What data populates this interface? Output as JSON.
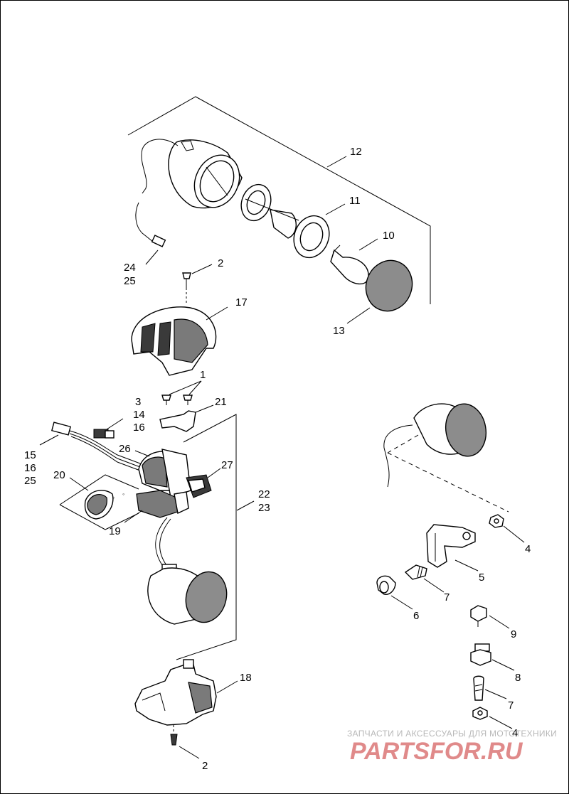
{
  "callouts": {
    "c12": "12",
    "c11": "11",
    "c10": "10",
    "c13": "13",
    "c24": "24",
    "c25a": "25",
    "c2a": "2",
    "c17": "17",
    "c1": "1",
    "c3": "3",
    "c21": "21",
    "c14": "14",
    "c16a": "16",
    "c15": "15",
    "c16b": "16",
    "c25b": "25",
    "c26": "26",
    "c27": "27",
    "c20": "20",
    "c19": "19",
    "c22": "22",
    "c23": "23",
    "c18": "18",
    "c2b": "2",
    "c4a": "4",
    "c5": "5",
    "c7a": "7",
    "c6": "6",
    "c9": "9",
    "c8": "8",
    "c7b": "7",
    "c4b": "4"
  },
  "watermark": {
    "tagline": "ЗАПЧАСТИ И АКСЕССУАРЫ ДЛЯ МОТОТЕХНИКИ",
    "brand": "PARTSFOR.RU"
  }
}
